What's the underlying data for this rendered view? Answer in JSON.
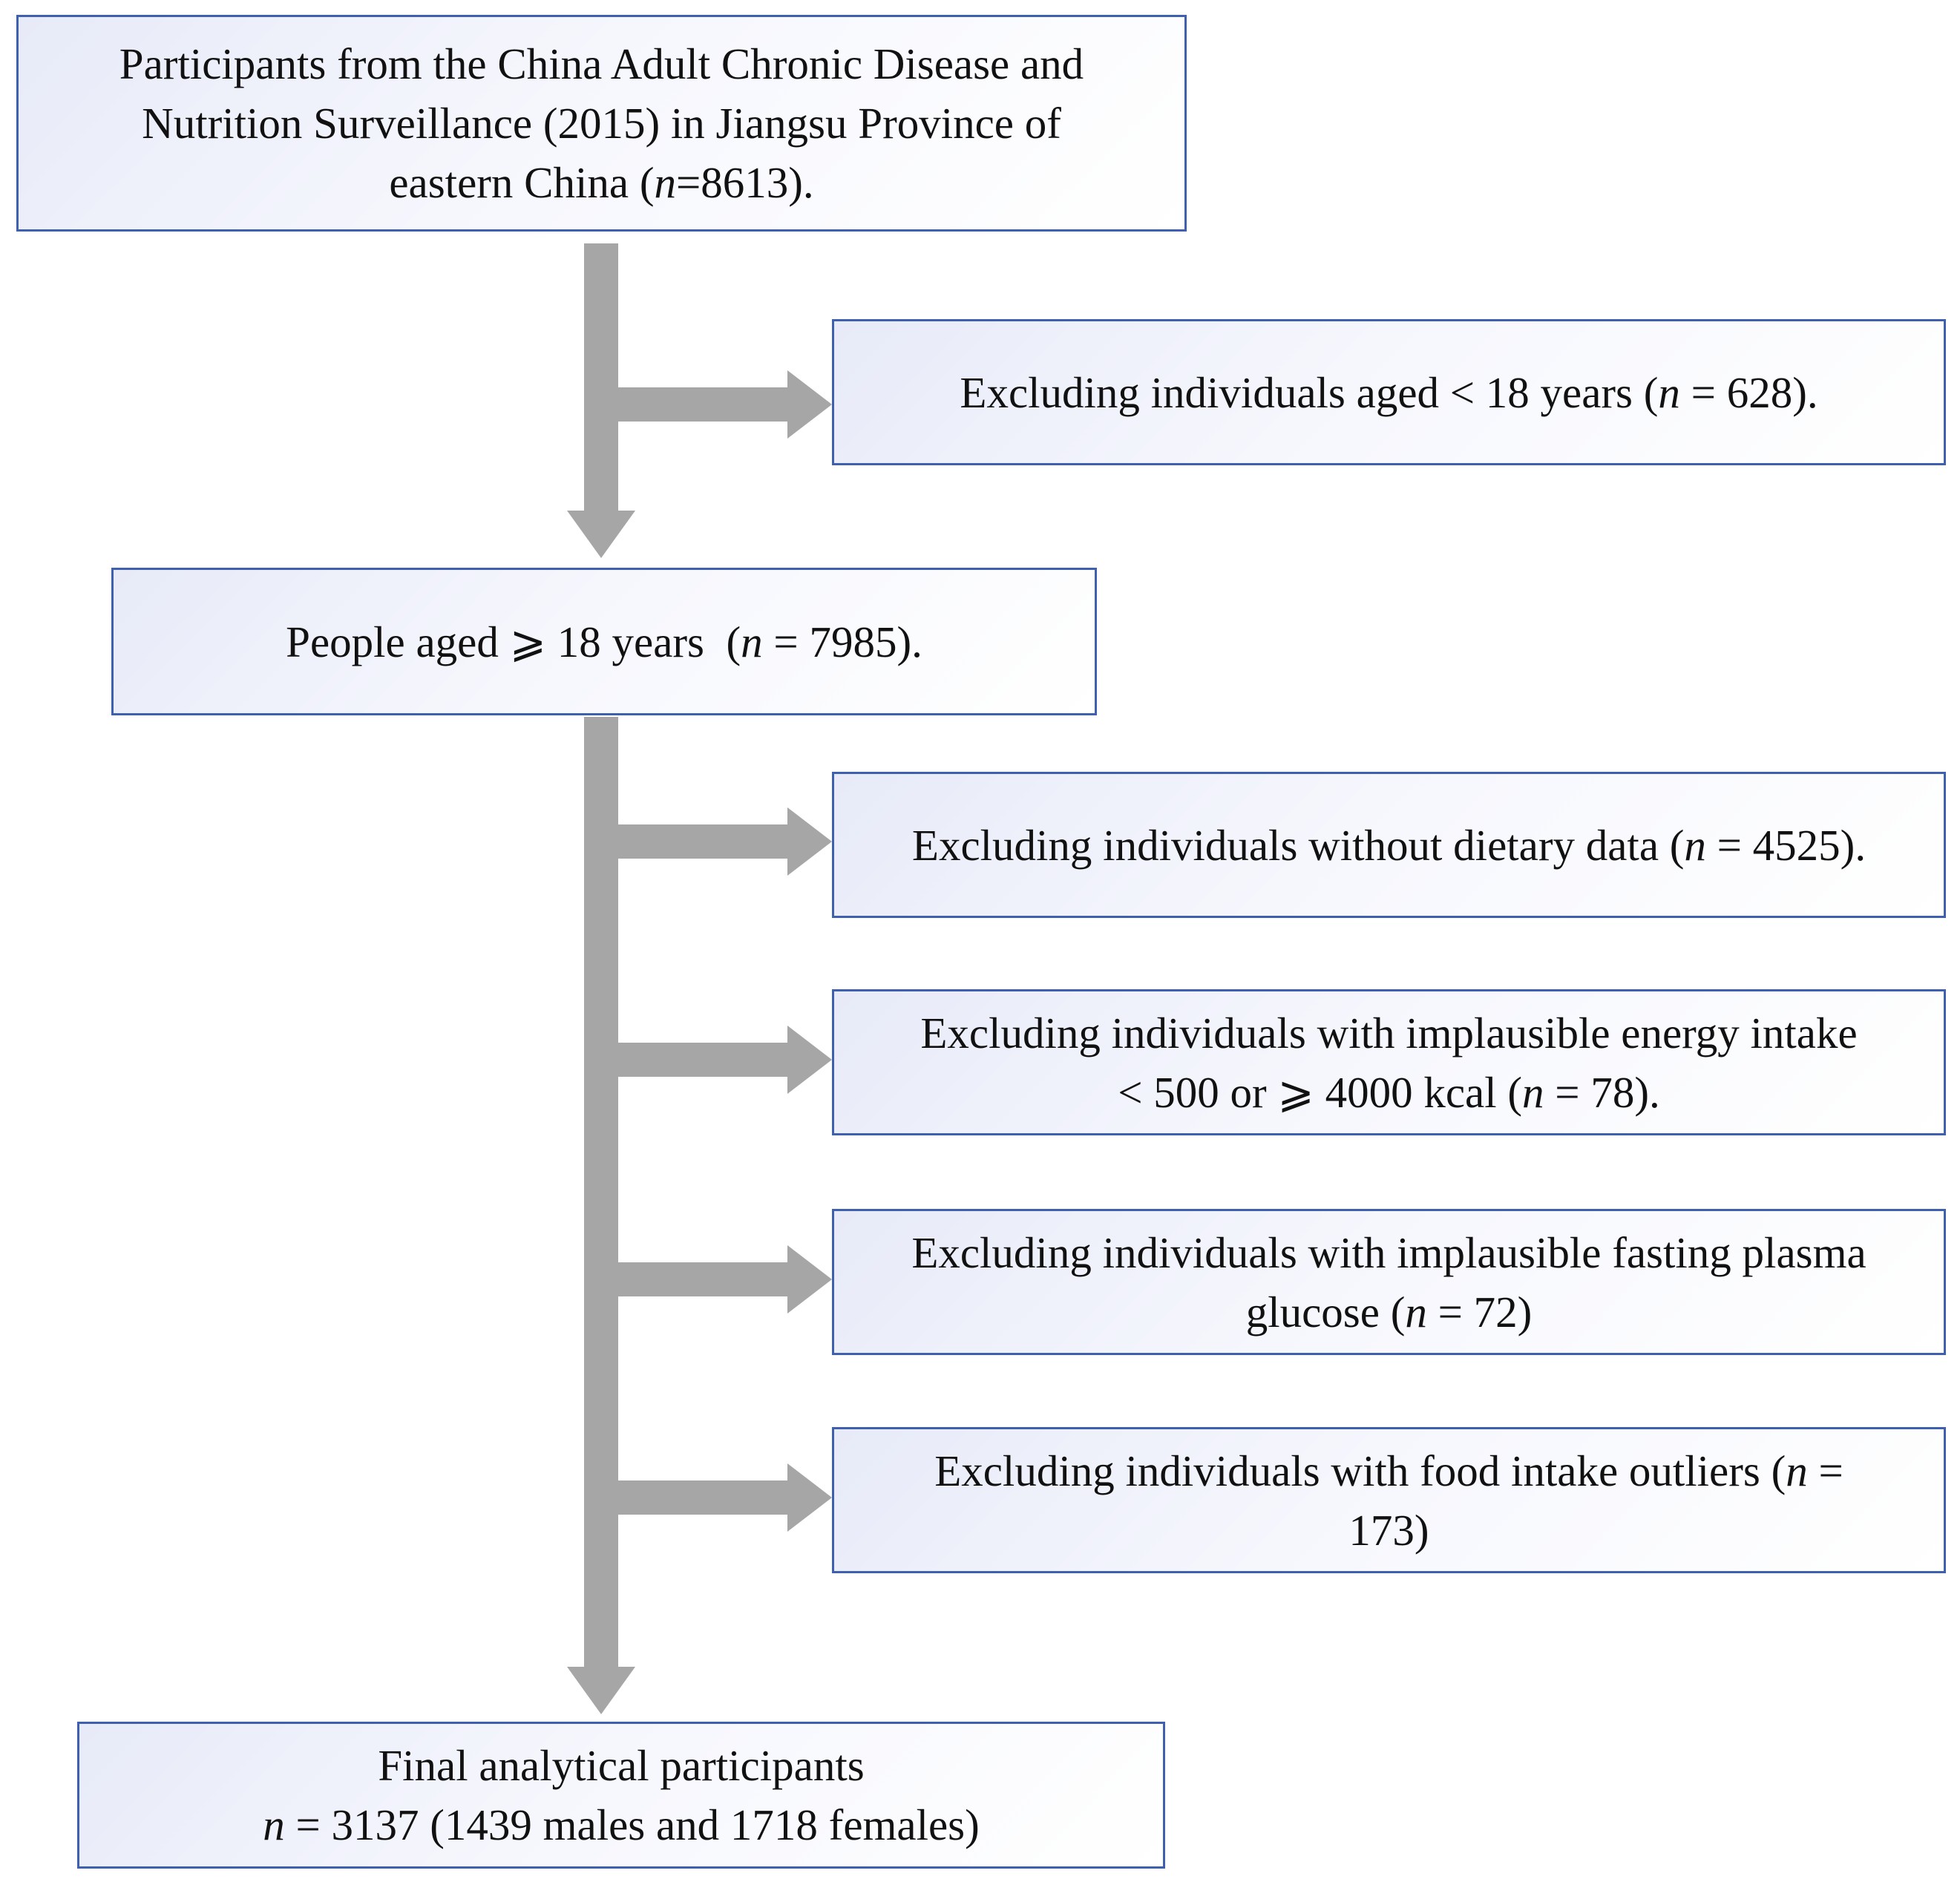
{
  "colors": {
    "box_border": "#3f5fb0",
    "box_fill": "#eef0fa",
    "arrow": "#a6a6a6",
    "text": "#111111"
  },
  "source": {
    "line1": "Participants from the China Adult Chronic Disease and",
    "line2": "Nutrition Surveillance (2015) in Jiangsu Province of",
    "line3_pre": "eastern China (",
    "n_symbol": "n",
    "line3_post": "=8613)."
  },
  "aged_adults": {
    "pre": "People aged ⩾ 18 years  (",
    "n_symbol": "n",
    "post": " = 7985)."
  },
  "exclusions": [
    {
      "line1_pre": "Excluding individuals aged < 18 years (",
      "n_symbol": "n",
      "line1_post": " = 628)."
    },
    {
      "line1_pre": "Excluding individuals without dietary data (",
      "n_symbol": "n",
      "line1_post": " = 4525)."
    },
    {
      "line1": "Excluding individuals with implausible energy intake",
      "line2_pre": "< 500 or ⩾ 4000 kcal (",
      "n_symbol": "n",
      "line2_post": " = 78)."
    },
    {
      "line1": "Excluding individuals with implausible fasting plasma",
      "line2_pre": "glucose (",
      "n_symbol": "n",
      "line2_post": " = 72)"
    },
    {
      "line1_pre": "Excluding individuals with food intake outliers (",
      "n_symbol": "n",
      "line1_post": " =",
      "line2": "173)"
    }
  ],
  "final": {
    "line1": "Final analytical participants",
    "n_symbol": "n",
    "line2_post": " = 3137 (1439 males and 1718 females)"
  }
}
